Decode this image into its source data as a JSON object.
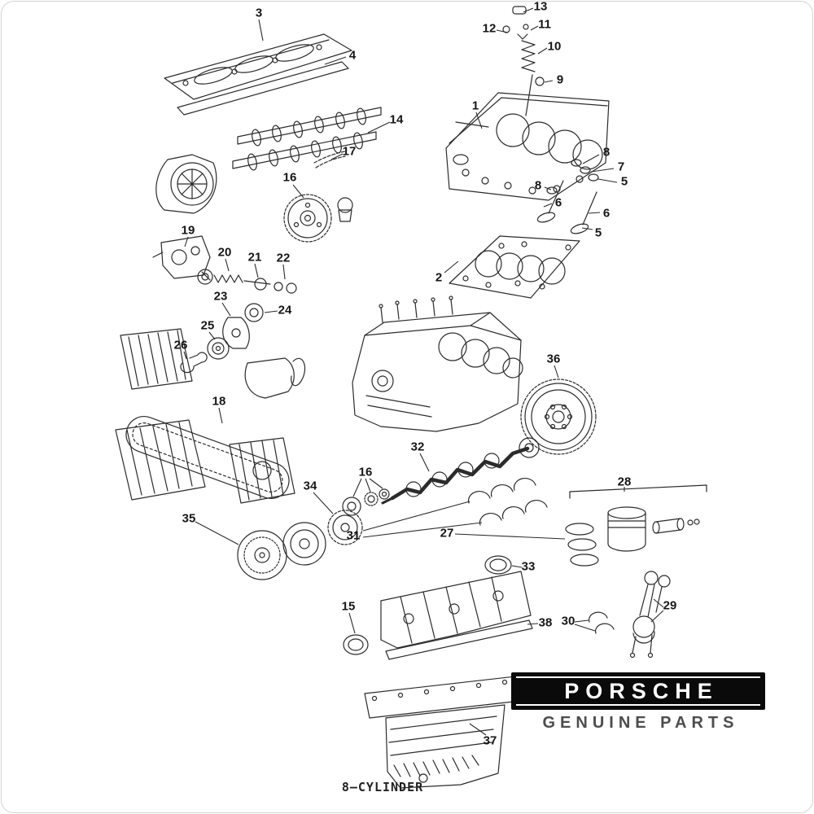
{
  "diagram": {
    "caption": "8—CYLINDER",
    "callouts": [
      {
        "num": "3"
      },
      {
        "num": "4"
      },
      {
        "num": "13"
      },
      {
        "num": "12"
      },
      {
        "num": "11"
      },
      {
        "num": "10"
      },
      {
        "num": "9"
      },
      {
        "num": "1"
      },
      {
        "num": "14"
      },
      {
        "num": "17"
      },
      {
        "num": "16"
      },
      {
        "num": "8"
      },
      {
        "num": "7"
      },
      {
        "num": "5"
      },
      {
        "num": "8"
      },
      {
        "num": "6"
      },
      {
        "num": "6"
      },
      {
        "num": "5"
      },
      {
        "num": "2"
      },
      {
        "num": "19"
      },
      {
        "num": "20"
      },
      {
        "num": "21"
      },
      {
        "num": "22"
      },
      {
        "num": "23"
      },
      {
        "num": "24"
      },
      {
        "num": "25"
      },
      {
        "num": "26"
      },
      {
        "num": "18"
      },
      {
        "num": "36"
      },
      {
        "num": "32"
      },
      {
        "num": "16"
      },
      {
        "num": "34"
      },
      {
        "num": "35"
      },
      {
        "num": "31"
      },
      {
        "num": "27"
      },
      {
        "num": "28"
      },
      {
        "num": "33"
      },
      {
        "num": "15"
      },
      {
        "num": "38"
      },
      {
        "num": "30"
      },
      {
        "num": "29"
      },
      {
        "num": "37"
      }
    ]
  },
  "logo": {
    "brand": "PORSCHE",
    "tagline": "GENUINE PARTS"
  },
  "colors": {
    "ink": "#2b2b2b",
    "label_ink": "#161616",
    "logo_bg": "#0a0a0a",
    "logo_text": "#ffffff",
    "tagline_text": "#4d4d4d"
  }
}
